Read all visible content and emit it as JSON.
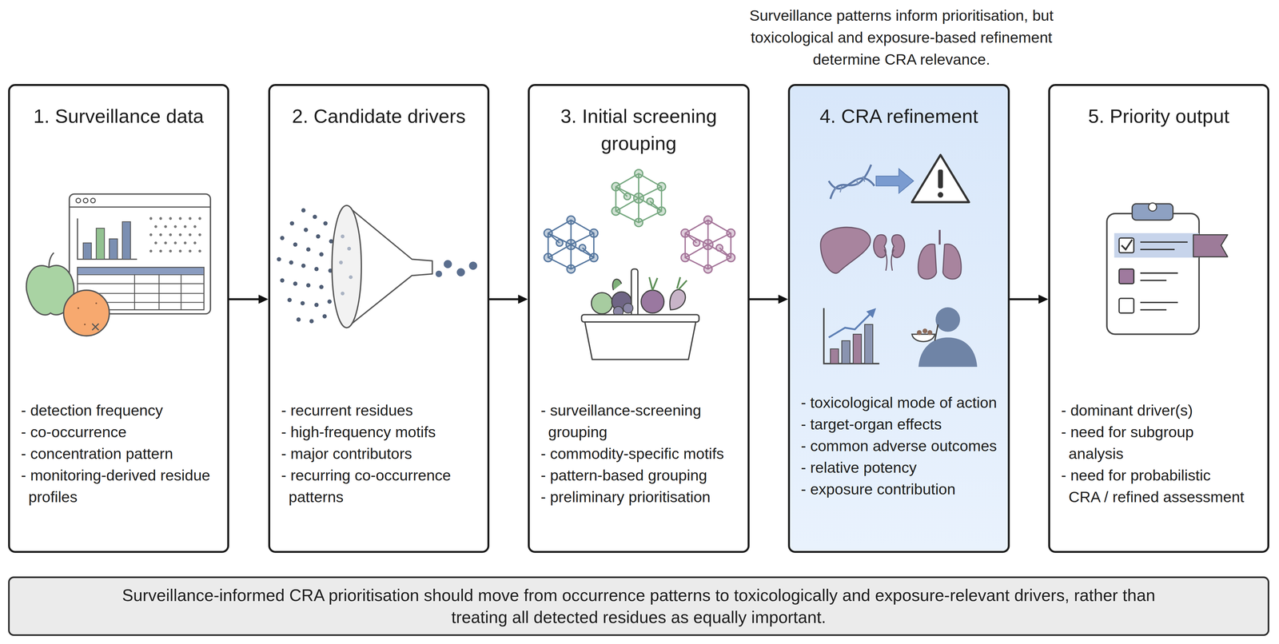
{
  "diagram": {
    "nodes": [
      {
        "text": [
          "1. Surveillance data",
          "- detection frequency",
          "- co-occurrence",
          "- concentration pattern",
          "- monitoring-derived residue profiles"
        ]
      },
      {
        "text": [
          "2. Candidate drivers",
          "- recurrent residues",
          "- high-frequency motifs",
          "- major contributors",
          "- recurring co-occurrence patterns"
        ]
      },
      {
        "text": [
          "3. Initial screening grouping",
          "- surveillance-screening grouping",
          "- commodity-specific motifs",
          "- pattern-based grouping",
          "- preliminary prioritisation"
        ]
      },
      {
        "text": [
          "4. CRA refinement",
          "- toxicological mode of action",
          "- target-organ effects",
          "- common adverse outcomes",
          "- relative potency",
          "- exposure contribution"
        ]
      },
      {
        "text": [
          "5. Priority output",
          "- dominant driver(s)",
          "- need for subgroup analysis",
          "- need for probabilistic CRA / refined assessment"
        ]
      },
      {
        "text": [
          "Surveillance-informed CRA prioritisation should move from occurrence patterns to toxicologically and exposure-relevant drivers, rather than treating all detected residues as equally important."
        ]
      }
    ],
    "edges": [
      {
        "from": 0,
        "to": 1,
        "arrow": "to"
      },
      {
        "from": 1,
        "to": 2,
        "arrow": "to"
      },
      {
        "from": 2,
        "to": 3,
        "arrow": "to"
      },
      {
        "from": 3,
        "to": 4,
        "arrow": "to"
      }
    ],
    "labels": [
      "Surveillance patterns inform prioritisation, but toxicological and exposure-based refinement determine CRA relevance."
    ]
  }
}
